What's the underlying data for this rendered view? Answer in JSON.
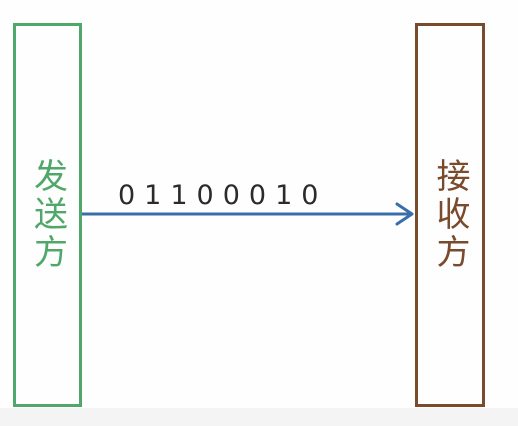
{
  "diagram": {
    "sender_label": "发送方",
    "receiver_label": "接收方",
    "bits": "01100010"
  },
  "colors": {
    "sender": "#4fa86a",
    "receiver": "#7a4a2c",
    "arrow": "#3a6ea8",
    "text": "#2b2b2b"
  }
}
